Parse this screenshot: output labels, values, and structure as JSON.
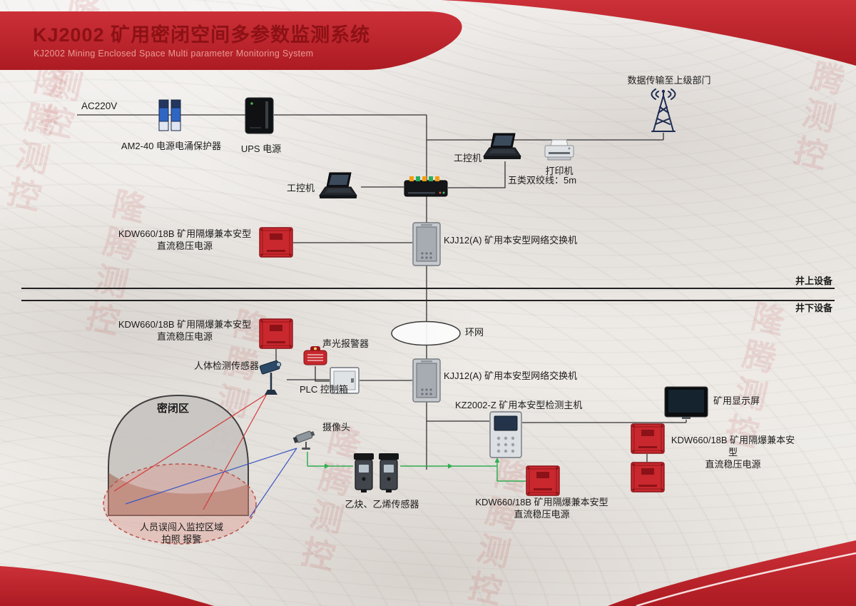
{
  "header": {
    "title": "KJ2002 矿用密闭空间多参数监测系统",
    "subtitle": "KJ2002 Mining Enclosed Space Multi parameter Monitoring System"
  },
  "watermark": "隆腾测控",
  "dividers": {
    "surface": "井上设备",
    "underground": "井下设备"
  },
  "labels": {
    "ac_power": "AC220V",
    "surge_protector": "AM2-40 电源电涌保护器",
    "ups": "UPS 电源",
    "uplink": "数据传输至上级部门",
    "ipc_top": "工控机",
    "printer": "打印机",
    "ipc_mid": "工控机",
    "cat5_cable": "五类双绞线：5m",
    "switch_surface": "KJJ12(A) 矿用本安型网络交换机",
    "switch_underground": "KJJ12(A) 矿用本安型网络交换机",
    "ring_net": "环网",
    "alarm": "声光报警器",
    "human_sensor": "人体检测传感器",
    "plc": "PLC 控制箱",
    "enclosed_zone": "密闭区",
    "camera": "摄像头",
    "host": "KZ2002-Z 矿用本安型检测主机",
    "display": "矿用显示屏",
    "gas_sensors": "乙炔、乙烯传感器",
    "kdw_line1": "KDW660/18B 矿用隔爆兼本安型",
    "kdw_line2": "直流稳压电源",
    "intrusion_line1": "人员误闯入监控区域",
    "intrusion_line2": "拍照 报警"
  },
  "colors": {
    "brand_red": "#c1272d",
    "line": "#333333",
    "signal_green": "#2fae52",
    "view_red": "#d23b3b",
    "view_blue": "#3b57c2"
  }
}
